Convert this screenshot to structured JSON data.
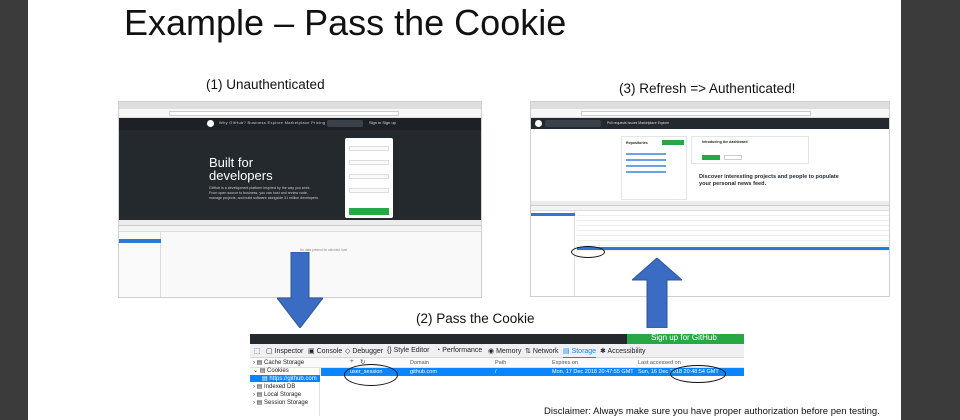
{
  "slide": {
    "title": "Example – Pass the Cookie",
    "disclaimer": "Disclaimer: Always make sure you have proper authorization before pen testing."
  },
  "captions": {
    "step1": "(1) Unauthenticated",
    "step2": "(2) Pass the Cookie",
    "step3": "(3) Refresh => Authenticated!"
  },
  "shot1": {
    "hero_title": "Built for developers",
    "hero_text": "GitHub is a development platform inspired by the way you work. From open source to business, you can host and review code, manage projects, and build software alongside 31 million developers.",
    "nav": "Why GitHub?   Business   Explore   Marketplace   Pricing",
    "sign": "Sign in   Sign up",
    "empty_text": "No data present for selected host"
  },
  "shot3": {
    "nav": "Pull requests   Issues   Marketplace   Explore",
    "repos_heading": "Repositories",
    "intro_title": "Introducing the dashboard",
    "discover": "Discover interesting projects and people to populate your personal news feed."
  },
  "devtools": {
    "top_button": "Sign up for GitHub",
    "tools": [
      {
        "icon": "inspector-icon",
        "label": "Inspector"
      },
      {
        "icon": "console-icon",
        "label": "Console"
      },
      {
        "icon": "debugger-icon",
        "label": "Debugger"
      },
      {
        "icon": "style-editor-icon",
        "label": "Style Editor"
      },
      {
        "icon": "performance-icon",
        "label": "Performance"
      },
      {
        "icon": "memory-icon",
        "label": "Memory"
      },
      {
        "icon": "network-icon",
        "label": "Network"
      },
      {
        "icon": "storage-icon",
        "label": "Storage"
      },
      {
        "icon": "accessibility-icon",
        "label": "Accessibility"
      }
    ],
    "tree": [
      "Cache Storage",
      "Cookies",
      "https://github.com",
      "Indexed DB",
      "Local Storage",
      "Session Storage"
    ],
    "columns": [
      "Domain",
      "Path",
      "Expires on",
      "Last accessed on"
    ],
    "cookie_row": {
      "name": "user_session",
      "domain": "github.com",
      "path": "/",
      "expires": "Mon, 17 Dec 2018 20:47:55 GMT",
      "last_accessed": "Sun, 16 Dec 2018 20:48:54 GMT"
    }
  },
  "colors": {
    "arrow_blue": "#3a6cc3",
    "github_dark": "#24292e",
    "github_green": "#28a745",
    "selection_blue": "#0a84ff"
  }
}
